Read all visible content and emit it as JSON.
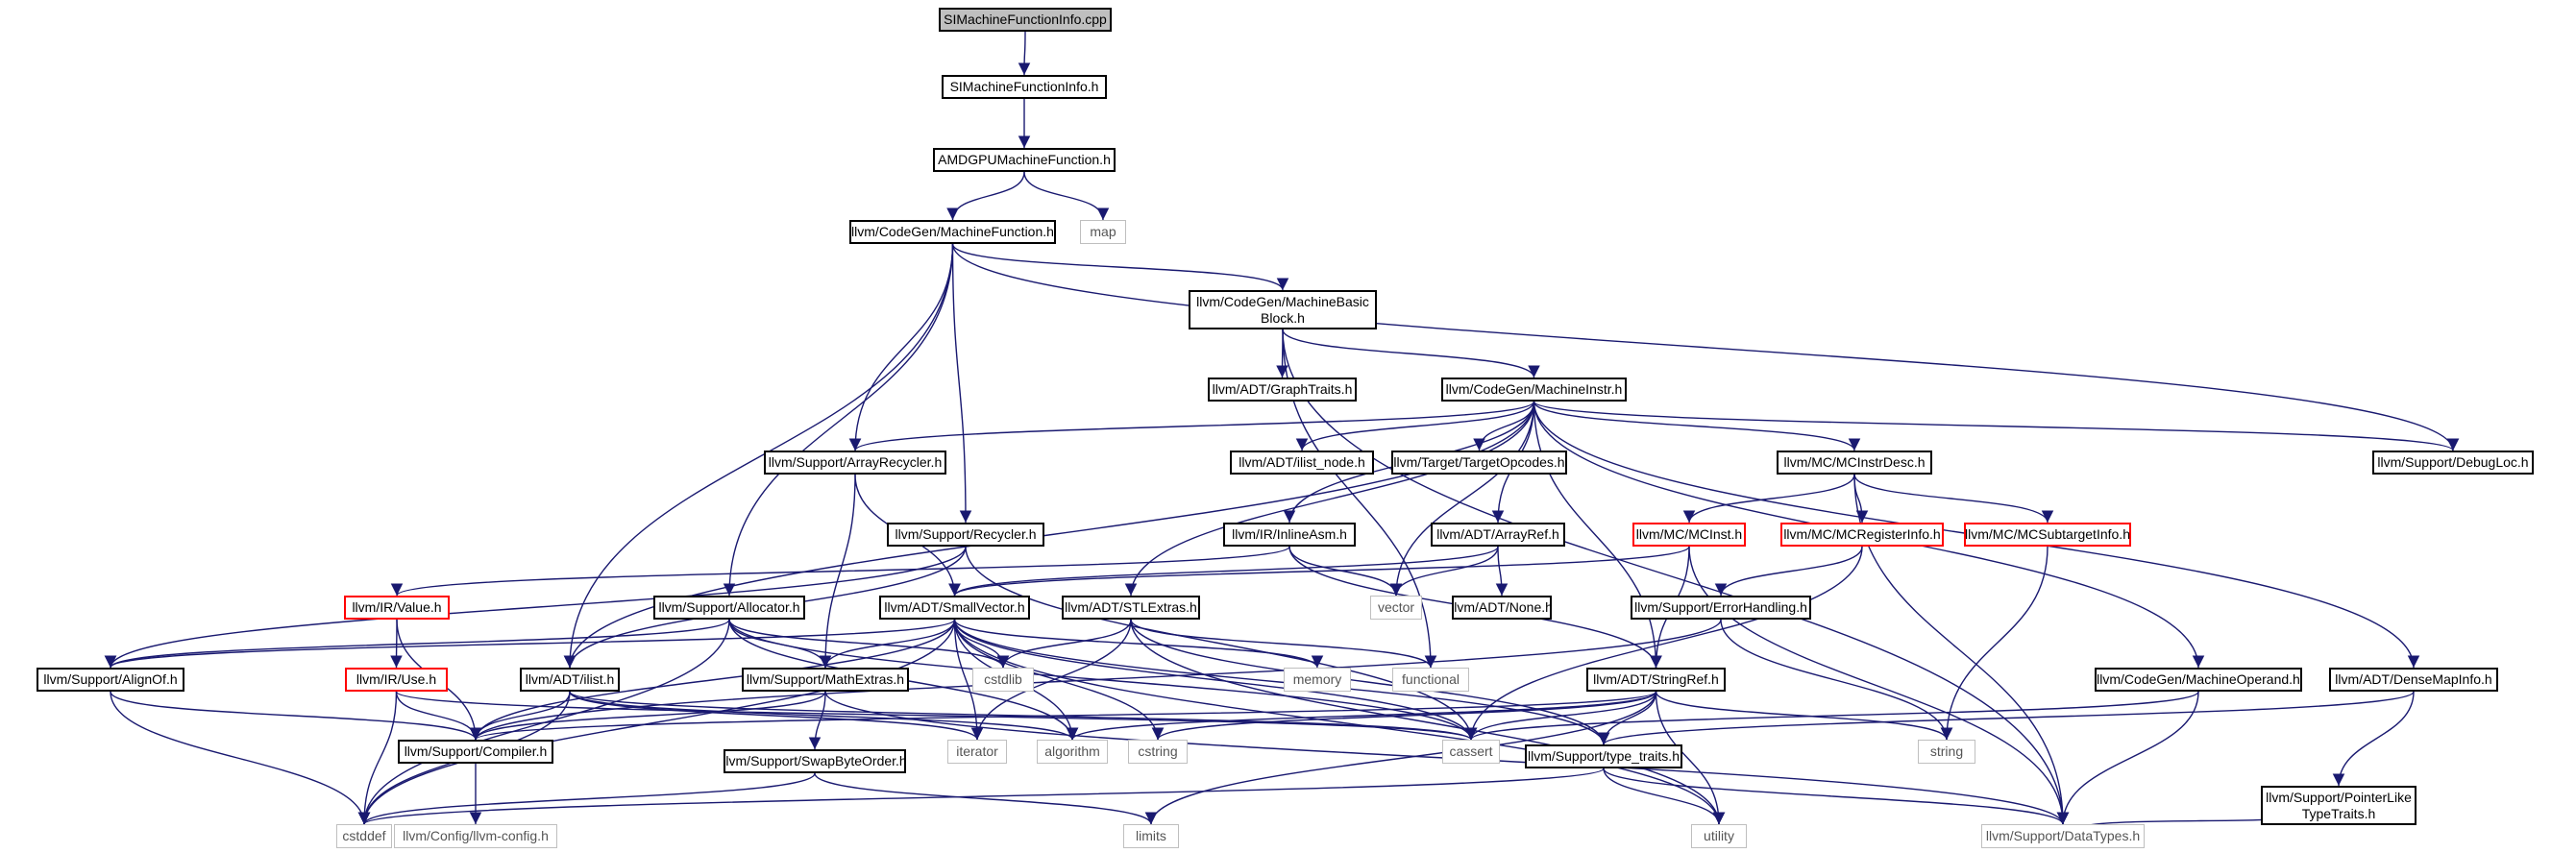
{
  "colors": {
    "edge": "#191970",
    "box_border": "#000000",
    "root_fill": "#bfbfbf",
    "incomplete_border": "#ff0000",
    "system_border": "#bfbfbf"
  },
  "nodes": [
    {
      "id": "n0",
      "label": "SIMachineFunctionInfo.cpp",
      "kind": "root"
    },
    {
      "id": "n1",
      "label": "SIMachineFunctionInfo.h",
      "kind": "normal"
    },
    {
      "id": "n2",
      "label": "AMDGPUMachineFunction.h",
      "kind": "normal"
    },
    {
      "id": "n3",
      "label": "llvm/CodeGen/MachineFunction.h",
      "kind": "normal"
    },
    {
      "id": "n4",
      "label": "map",
      "kind": "system"
    },
    {
      "id": "n5",
      "label": "llvm/CodeGen/MachineBasic\nBlock.h",
      "kind": "normal"
    },
    {
      "id": "n6",
      "label": "llvm/ADT/GraphTraits.h",
      "kind": "normal"
    },
    {
      "id": "n7",
      "label": "llvm/CodeGen/MachineInstr.h",
      "kind": "normal"
    },
    {
      "id": "n8",
      "label": "llvm/Support/ArrayRecycler.h",
      "kind": "normal"
    },
    {
      "id": "n9",
      "label": "llvm/ADT/ilist_node.h",
      "kind": "normal"
    },
    {
      "id": "n10",
      "label": "llvm/Target/TargetOpcodes.h",
      "kind": "normal"
    },
    {
      "id": "n11",
      "label": "llvm/MC/MCInstrDesc.h",
      "kind": "normal"
    },
    {
      "id": "n12",
      "label": "llvm/Support/DebugLoc.h",
      "kind": "normal"
    },
    {
      "id": "n13",
      "label": "llvm/Support/Recycler.h",
      "kind": "normal"
    },
    {
      "id": "n14",
      "label": "llvm/IR/InlineAsm.h",
      "kind": "normal"
    },
    {
      "id": "n15",
      "label": "llvm/ADT/ArrayRef.h",
      "kind": "normal"
    },
    {
      "id": "n16",
      "label": "llvm/MC/MCInst.h",
      "kind": "incomplete"
    },
    {
      "id": "n17",
      "label": "llvm/MC/MCRegisterInfo.h",
      "kind": "incomplete"
    },
    {
      "id": "n18",
      "label": "llvm/MC/MCSubtargetInfo.h",
      "kind": "incomplete"
    },
    {
      "id": "n19",
      "label": "llvm/IR/Value.h",
      "kind": "incomplete"
    },
    {
      "id": "n20",
      "label": "llvm/Support/Allocator.h",
      "kind": "normal"
    },
    {
      "id": "n21",
      "label": "llvm/ADT/SmallVector.h",
      "kind": "normal"
    },
    {
      "id": "n22",
      "label": "llvm/ADT/STLExtras.h",
      "kind": "normal"
    },
    {
      "id": "n23",
      "label": "vector",
      "kind": "system"
    },
    {
      "id": "n24",
      "label": "llvm/ADT/None.h",
      "kind": "normal"
    },
    {
      "id": "n25",
      "label": "llvm/Support/ErrorHandling.h",
      "kind": "normal"
    },
    {
      "id": "n26",
      "label": "llvm/Support/AlignOf.h",
      "kind": "normal"
    },
    {
      "id": "n27",
      "label": "llvm/IR/Use.h",
      "kind": "incomplete"
    },
    {
      "id": "n28",
      "label": "llvm/ADT/ilist.h",
      "kind": "normal"
    },
    {
      "id": "n29",
      "label": "llvm/Support/MathExtras.h",
      "kind": "normal"
    },
    {
      "id": "n30",
      "label": "cstdlib",
      "kind": "system"
    },
    {
      "id": "n31",
      "label": "memory",
      "kind": "system"
    },
    {
      "id": "n32",
      "label": "functional",
      "kind": "system"
    },
    {
      "id": "n33",
      "label": "llvm/ADT/StringRef.h",
      "kind": "normal"
    },
    {
      "id": "n34",
      "label": "llvm/CodeGen/MachineOperand.h",
      "kind": "normal"
    },
    {
      "id": "n35",
      "label": "llvm/ADT/DenseMapInfo.h",
      "kind": "normal"
    },
    {
      "id": "n36",
      "label": "llvm/Support/Compiler.h",
      "kind": "normal"
    },
    {
      "id": "n37",
      "label": "iterator",
      "kind": "system"
    },
    {
      "id": "n38",
      "label": "algorithm",
      "kind": "system"
    },
    {
      "id": "n39",
      "label": "cstring",
      "kind": "system"
    },
    {
      "id": "n40",
      "label": "cassert",
      "kind": "system"
    },
    {
      "id": "n41",
      "label": "string",
      "kind": "system"
    },
    {
      "id": "n42",
      "label": "llvm/Support/SwapByteOrder.h",
      "kind": "normal"
    },
    {
      "id": "n43",
      "label": "llvm/Support/type_traits.h",
      "kind": "normal"
    },
    {
      "id": "n44",
      "label": "llvm/Support/PointerLike\nTypeTraits.h",
      "kind": "normal"
    },
    {
      "id": "n45",
      "label": "cstddef",
      "kind": "system"
    },
    {
      "id": "n46",
      "label": "llvm/Config/llvm-config.h",
      "kind": "system"
    },
    {
      "id": "n47",
      "label": "limits",
      "kind": "system"
    },
    {
      "id": "n48",
      "label": "utility",
      "kind": "system"
    },
    {
      "id": "n49",
      "label": "llvm/Support/DataTypes.h",
      "kind": "system"
    }
  ],
  "edges": [
    [
      "n0",
      "n1"
    ],
    [
      "n1",
      "n2"
    ],
    [
      "n2",
      "n3"
    ],
    [
      "n2",
      "n4"
    ],
    [
      "n3",
      "n5"
    ],
    [
      "n3",
      "n8"
    ],
    [
      "n3",
      "n13"
    ],
    [
      "n3",
      "n20"
    ],
    [
      "n3",
      "n28"
    ],
    [
      "n3",
      "n12"
    ],
    [
      "n5",
      "n6"
    ],
    [
      "n5",
      "n7"
    ],
    [
      "n5",
      "n32"
    ],
    [
      "n5",
      "n49"
    ],
    [
      "n7",
      "n8"
    ],
    [
      "n7",
      "n9"
    ],
    [
      "n7",
      "n10"
    ],
    [
      "n7",
      "n11"
    ],
    [
      "n7",
      "n12"
    ],
    [
      "n7",
      "n14"
    ],
    [
      "n7",
      "n15"
    ],
    [
      "n7",
      "n22"
    ],
    [
      "n7",
      "n23"
    ],
    [
      "n7",
      "n33"
    ],
    [
      "n7",
      "n34"
    ],
    [
      "n7",
      "n35"
    ],
    [
      "n7",
      "n28"
    ],
    [
      "n8",
      "n21"
    ],
    [
      "n8",
      "n29"
    ],
    [
      "n13",
      "n26"
    ],
    [
      "n13",
      "n28"
    ],
    [
      "n13",
      "n40"
    ],
    [
      "n14",
      "n19"
    ],
    [
      "n14",
      "n23"
    ],
    [
      "n14",
      "n33"
    ],
    [
      "n15",
      "n21"
    ],
    [
      "n15",
      "n23"
    ],
    [
      "n15",
      "n24"
    ],
    [
      "n11",
      "n16"
    ],
    [
      "n11",
      "n17"
    ],
    [
      "n11",
      "n18"
    ],
    [
      "n11",
      "n49"
    ],
    [
      "n16",
      "n21"
    ],
    [
      "n16",
      "n33"
    ],
    [
      "n16",
      "n49"
    ],
    [
      "n17",
      "n25"
    ],
    [
      "n17",
      "n40"
    ],
    [
      "n18",
      "n41"
    ],
    [
      "n19",
      "n27"
    ],
    [
      "n19",
      "n36"
    ],
    [
      "n20",
      "n26"
    ],
    [
      "n20",
      "n29"
    ],
    [
      "n20",
      "n30"
    ],
    [
      "n20",
      "n45"
    ],
    [
      "n20",
      "n38"
    ],
    [
      "n20",
      "n40"
    ],
    [
      "n21",
      "n26"
    ],
    [
      "n21",
      "n29"
    ],
    [
      "n21",
      "n36"
    ],
    [
      "n21",
      "n30"
    ],
    [
      "n21",
      "n31"
    ],
    [
      "n21",
      "n37"
    ],
    [
      "n21",
      "n38"
    ],
    [
      "n21",
      "n39"
    ],
    [
      "n21",
      "n40"
    ],
    [
      "n21",
      "n43"
    ],
    [
      "n21",
      "n45"
    ],
    [
      "n21",
      "n48"
    ],
    [
      "n22",
      "n30"
    ],
    [
      "n22",
      "n32"
    ],
    [
      "n22",
      "n37"
    ],
    [
      "n22",
      "n43"
    ],
    [
      "n22",
      "n48"
    ],
    [
      "n25",
      "n36"
    ],
    [
      "n25",
      "n41"
    ],
    [
      "n26",
      "n36"
    ],
    [
      "n26",
      "n45"
    ],
    [
      "n27",
      "n36"
    ],
    [
      "n27",
      "n45"
    ],
    [
      "n27",
      "n40"
    ],
    [
      "n28",
      "n36"
    ],
    [
      "n28",
      "n37"
    ],
    [
      "n28",
      "n38"
    ],
    [
      "n28",
      "n40"
    ],
    [
      "n28",
      "n45"
    ],
    [
      "n29",
      "n36"
    ],
    [
      "n29",
      "n42"
    ],
    [
      "n29",
      "n49"
    ],
    [
      "n33",
      "n36"
    ],
    [
      "n33",
      "n38"
    ],
    [
      "n33",
      "n39"
    ],
    [
      "n33",
      "n40"
    ],
    [
      "n33",
      "n41"
    ],
    [
      "n33",
      "n43"
    ],
    [
      "n33",
      "n47"
    ],
    [
      "n33",
      "n48"
    ],
    [
      "n34",
      "n40"
    ],
    [
      "n34",
      "n49"
    ],
    [
      "n35",
      "n43"
    ],
    [
      "n35",
      "n44"
    ],
    [
      "n36",
      "n46"
    ],
    [
      "n42",
      "n45"
    ],
    [
      "n42",
      "n47"
    ],
    [
      "n43",
      "n45"
    ],
    [
      "n43",
      "n48"
    ],
    [
      "n43",
      "n49"
    ],
    [
      "n44",
      "n49"
    ]
  ]
}
